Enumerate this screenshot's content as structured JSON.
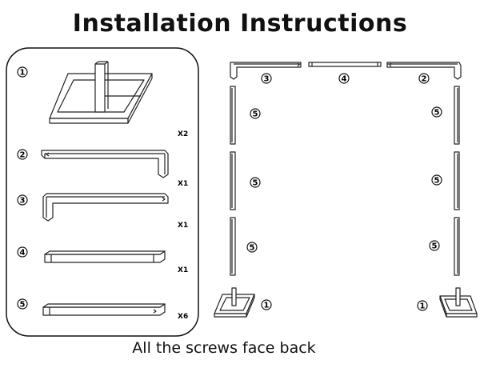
{
  "title": "Installation Instructions",
  "footer": "All the screws face  back",
  "parts": [
    {
      "number": "1",
      "quantity": "X2"
    },
    {
      "number": "2",
      "quantity": "X1"
    },
    {
      "number": "3",
      "quantity": "X1"
    },
    {
      "number": "4",
      "quantity": "X1"
    },
    {
      "number": "5",
      "quantity": "X6"
    }
  ],
  "assembly_labels": {
    "top_left": "3",
    "top_middle": "4",
    "top_right": "2",
    "left_upper": "5",
    "left_middle": "5",
    "left_lower": "5",
    "right_upper": "5",
    "right_middle": "5",
    "right_lower": "5",
    "base_left": "1",
    "base_right": "1"
  }
}
